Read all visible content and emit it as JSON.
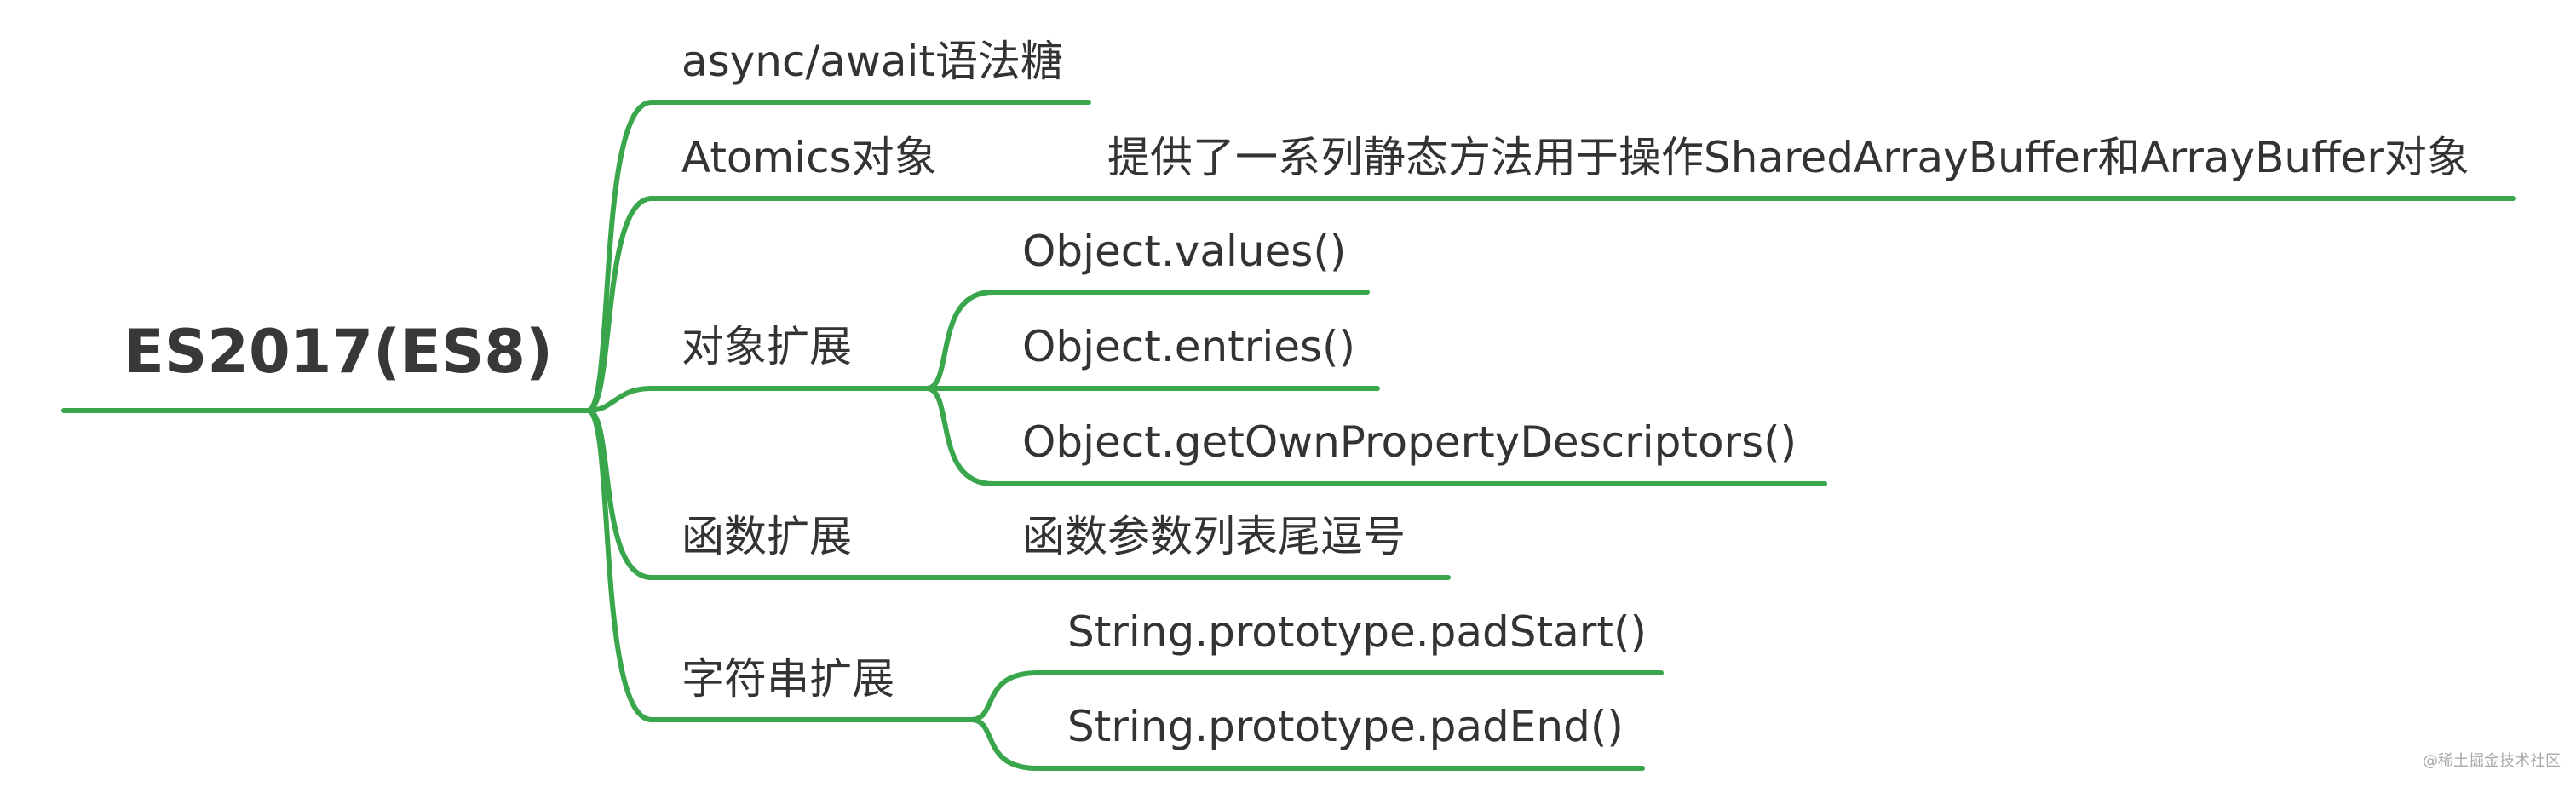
{
  "mindmap": {
    "root": "ES2017(ES8)",
    "line_color": "#3aa64c",
    "branches": [
      {
        "label": "async/await语法糖",
        "children": []
      },
      {
        "label": "Atomics对象",
        "children": [
          "提供了一系列静态方法用于操作SharedArrayBuffer和ArrayBuffer对象"
        ]
      },
      {
        "label": "对象扩展",
        "children": [
          "Object.values()",
          "Object.entries()",
          "Object.getOwnPropertyDescriptors()"
        ]
      },
      {
        "label": "函数扩展",
        "children": [
          "函数参数列表尾逗号"
        ]
      },
      {
        "label": "字符串扩展",
        "children": [
          "String.prototype.padStart()",
          "String.prototype.padEnd()"
        ]
      }
    ]
  },
  "watermark": "@稀土掘金技术社区"
}
